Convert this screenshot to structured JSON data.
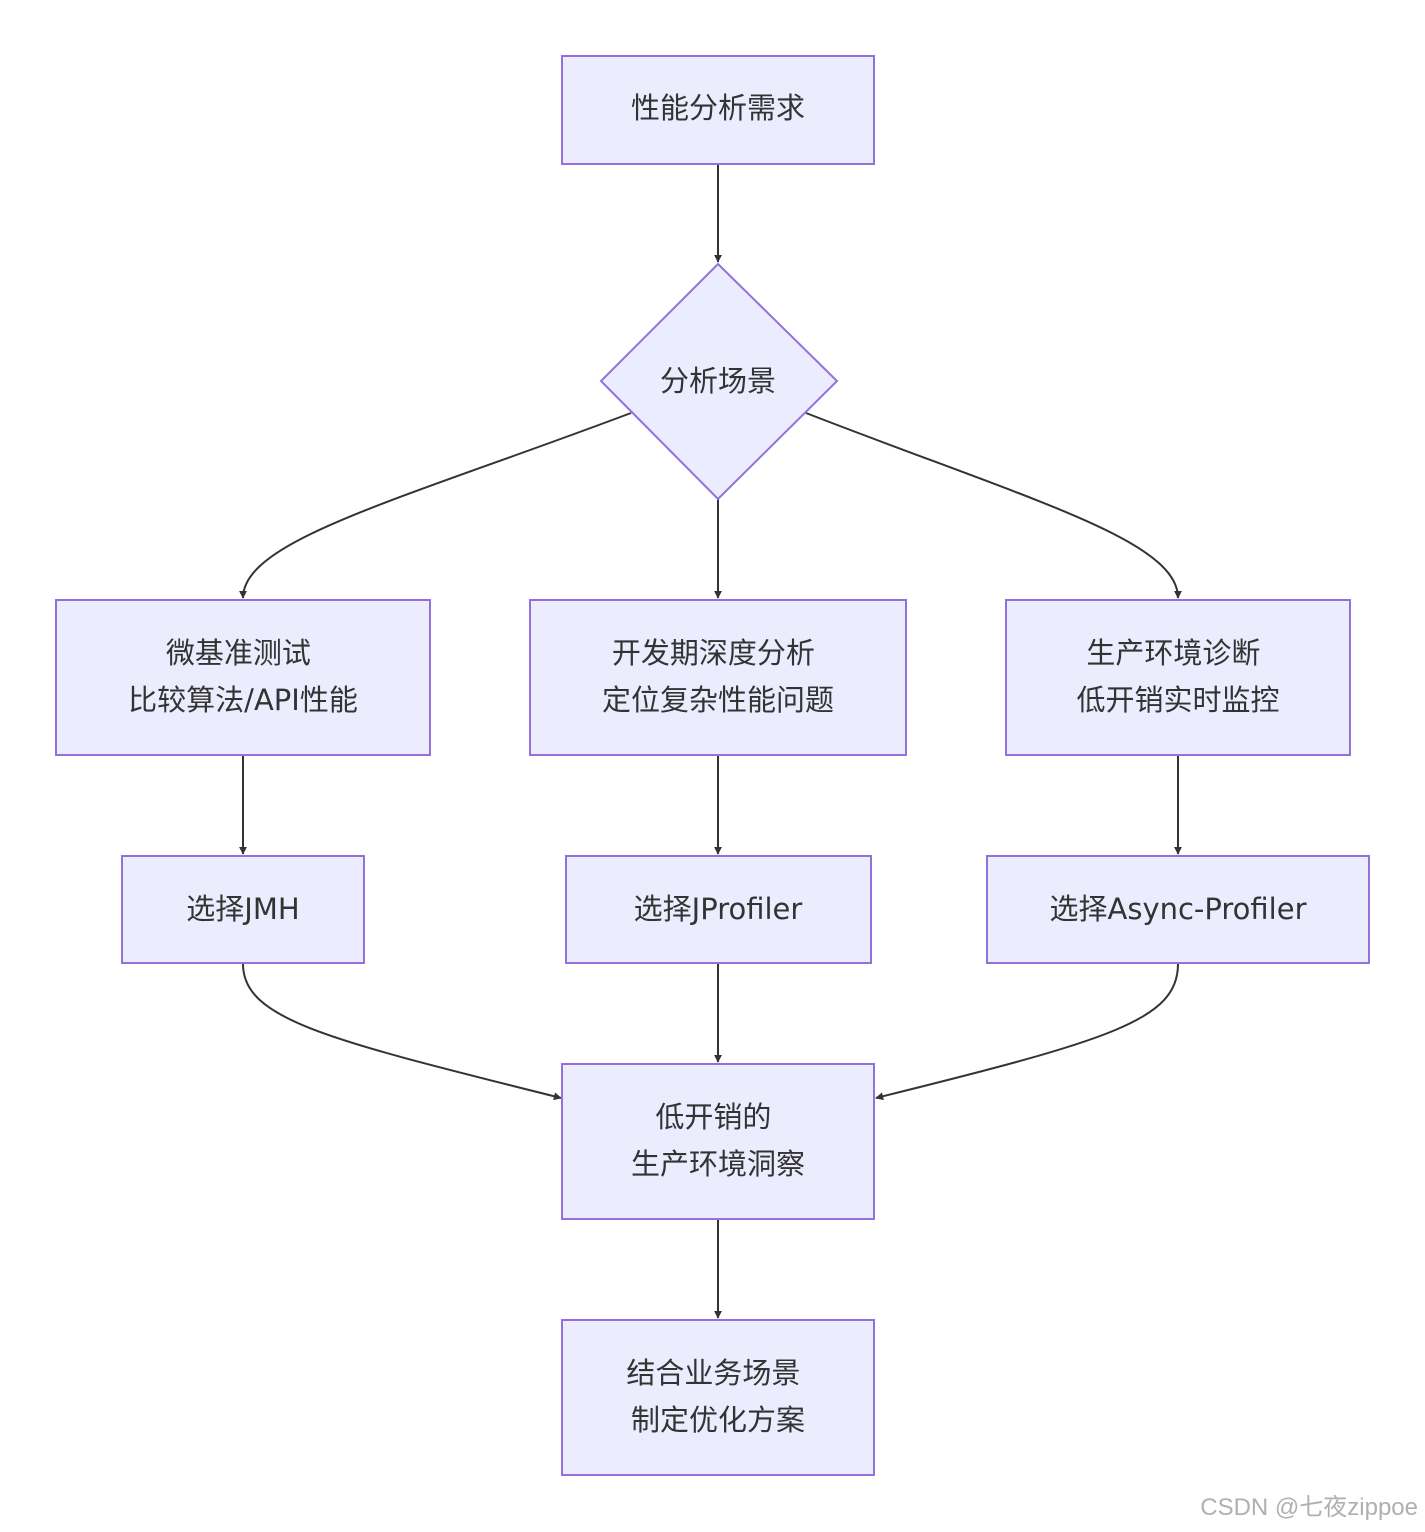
{
  "colors": {
    "node_fill": "#ECECFF",
    "node_stroke": "#9370DB",
    "edge": "#333333",
    "text": "#333333",
    "watermark": "#b0b0b0"
  },
  "nodes": {
    "start": {
      "lines": [
        "性能分析需求"
      ]
    },
    "decision": {
      "lines": [
        "分析场景"
      ]
    },
    "micro_benchmark": {
      "lines": [
        "微基准测试",
        "比较算法/API性能"
      ]
    },
    "dev_analysis": {
      "lines": [
        "开发期深度分析",
        "定位复杂性能问题"
      ]
    },
    "prod_diagnosis": {
      "lines": [
        "生产环境诊断",
        "低开销实时监控"
      ]
    },
    "choose_jmh": {
      "lines": [
        "选择JMH"
      ]
    },
    "choose_jprofiler": {
      "lines": [
        "选择JProfiler"
      ]
    },
    "choose_async_profiler": {
      "lines": [
        "选择Async-Profiler"
      ]
    },
    "insight": {
      "lines": [
        "低开销的",
        "生产环境洞察"
      ]
    },
    "plan": {
      "lines": [
        "结合业务场景",
        "制定优化方案"
      ]
    }
  },
  "edges": [
    {
      "from": "start",
      "to": "decision"
    },
    {
      "from": "decision",
      "to": "micro_benchmark"
    },
    {
      "from": "decision",
      "to": "dev_analysis"
    },
    {
      "from": "decision",
      "to": "prod_diagnosis"
    },
    {
      "from": "micro_benchmark",
      "to": "choose_jmh"
    },
    {
      "from": "dev_analysis",
      "to": "choose_jprofiler"
    },
    {
      "from": "prod_diagnosis",
      "to": "choose_async_profiler"
    },
    {
      "from": "choose_jmh",
      "to": "insight"
    },
    {
      "from": "choose_jprofiler",
      "to": "insight"
    },
    {
      "from": "choose_async_profiler",
      "to": "insight"
    },
    {
      "from": "insight",
      "to": "plan"
    }
  ],
  "watermark": "CSDN @七夜zippoe"
}
